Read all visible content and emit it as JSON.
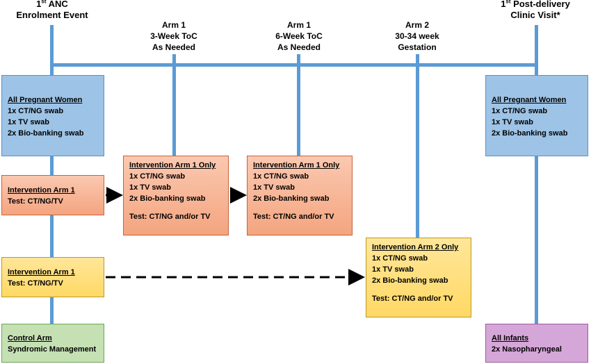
{
  "headers": {
    "enrolment": {
      "line1_sup": "st",
      "line1_pre": "1",
      "line1_post": " ANC",
      "line2": "Enrolment Event"
    },
    "arm1_3wk": {
      "line1": "Arm 1",
      "line2": "3-Week ToC",
      "line3": "As Needed"
    },
    "arm1_6wk": {
      "line1": "Arm 1",
      "line2": "6-Week ToC",
      "line3": "As Needed"
    },
    "arm2": {
      "line1": "Arm 2",
      "line2": "30-34 week",
      "line3": "Gestation"
    },
    "post_delivery": {
      "line1_pre": "1",
      "line1_sup": "st",
      "line1_post": " Post-delivery",
      "line2": "Clinic Visit*"
    }
  },
  "boxes": {
    "all_pregnant_left": {
      "title": "All Pregnant Women",
      "items": [
        "1x CT/NG swab",
        "1x TV swab",
        "2x Bio-banking swab"
      ]
    },
    "all_pregnant_right": {
      "title": "All Pregnant Women",
      "items": [
        "1x CT/NG swab",
        "1x TV swab",
        "2x Bio-banking swab"
      ]
    },
    "intervention_arm1_salmon": {
      "title": "Intervention Arm 1",
      "test": "Test: CT/NG/TV"
    },
    "intervention_arm1_only_a": {
      "title": "Intervention Arm 1 Only",
      "items": [
        "1x CT/NG swab",
        "1x TV swab",
        "2x Bio-banking swab"
      ],
      "test": "Test: CT/NG and/or TV"
    },
    "intervention_arm1_only_b": {
      "title": "Intervention Arm 1 Only",
      "items": [
        "1x CT/NG swab",
        "1x TV swab",
        "2x Bio-banking swab"
      ],
      "test": "Test: CT/NG and/or TV"
    },
    "intervention_arm1_yellow": {
      "title": "Intervention Arm 1",
      "test": "Test: CT/NG/TV"
    },
    "intervention_arm2_only": {
      "title": "Intervention Arm 2 Only",
      "items": [
        "1x CT/NG swab",
        "1x TV swab",
        "2x Bio-banking swab"
      ],
      "test": "Test: CT/NG and/or TV"
    },
    "control_arm": {
      "title": "Control Arm",
      "line": "Syndromic Management"
    },
    "all_infants": {
      "title": "All Infants",
      "line": "2x Nasopharyngeal"
    }
  },
  "colors": {
    "line": "#5b9bd5",
    "blue_box": "#9dc3e6",
    "salmon_box": "#f4a580",
    "yellow_box": "#ffd965",
    "green_box": "#c5e0b3",
    "purple_box": "#d5a6d8"
  }
}
